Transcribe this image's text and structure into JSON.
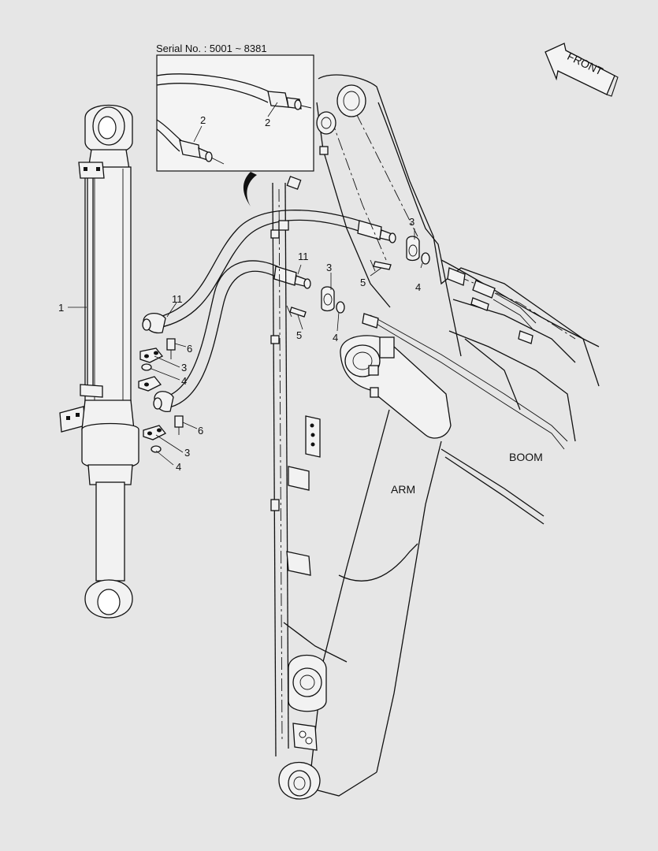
{
  "inset": {
    "serial_label": "Serial No. : 5001 ~ 8381"
  },
  "front_arrow": {
    "label": "FRONT"
  },
  "region_labels": {
    "arm": "ARM",
    "boom": "BOOM"
  },
  "callouts": [
    {
      "id": "c1",
      "text": "1"
    },
    {
      "id": "c2a",
      "text": "2"
    },
    {
      "id": "c2b",
      "text": "2"
    },
    {
      "id": "c3a",
      "text": "3"
    },
    {
      "id": "c3b",
      "text": "3"
    },
    {
      "id": "c3c",
      "text": "3"
    },
    {
      "id": "c3d",
      "text": "3"
    },
    {
      "id": "c4a",
      "text": "4"
    },
    {
      "id": "c4b",
      "text": "4"
    },
    {
      "id": "c4c",
      "text": "4"
    },
    {
      "id": "c4d",
      "text": "4"
    },
    {
      "id": "c5a",
      "text": "5"
    },
    {
      "id": "c5b",
      "text": "5"
    },
    {
      "id": "c6a",
      "text": "6"
    },
    {
      "id": "c6b",
      "text": "6"
    },
    {
      "id": "c11a",
      "text": "11"
    },
    {
      "id": "c11b",
      "text": "11"
    }
  ]
}
